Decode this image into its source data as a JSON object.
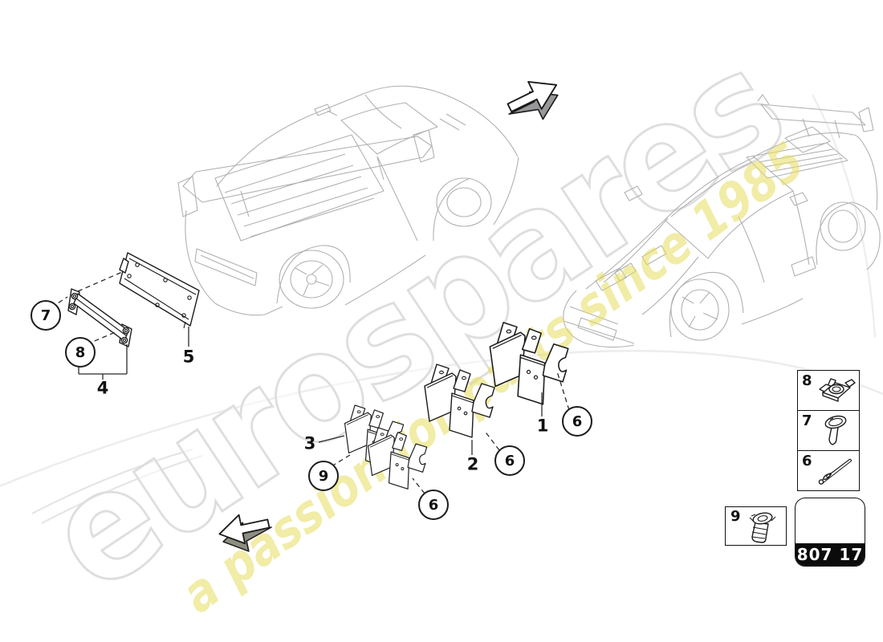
{
  "watermark": {
    "brand": "eurospares",
    "tagline": "a passion for parts since 1985",
    "brand_outline_color": "#dedede",
    "tagline_color": "#e6dd5e"
  },
  "part_code": "807 17",
  "callouts": {
    "circled": [
      {
        "num": "7"
      },
      {
        "num": "8"
      },
      {
        "num": "9"
      },
      {
        "num": "6"
      },
      {
        "num": "6"
      },
      {
        "num": "6"
      }
    ],
    "plain": [
      {
        "num": "1"
      },
      {
        "num": "2"
      },
      {
        "num": "3"
      },
      {
        "num": "4"
      },
      {
        "num": "5"
      }
    ]
  },
  "legend": {
    "items": [
      {
        "num": "8",
        "icon": "cage-nut-icon"
      },
      {
        "num": "7",
        "icon": "push-rivet-icon"
      },
      {
        "num": "6",
        "icon": "blind-rivet-icon"
      }
    ]
  },
  "aux_item": {
    "num": "9",
    "icon": "grommet-nut-icon"
  },
  "diagram": {
    "vehicle_views": [
      "rear-three-quarter",
      "front-three-quarter"
    ],
    "line_color": "#1b1b1b",
    "car_line_color": "#b1b1b1"
  }
}
